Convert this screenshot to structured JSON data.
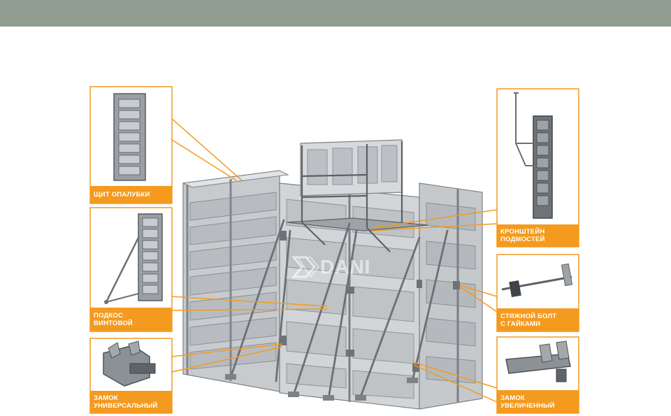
{
  "header": {
    "bar_color": "#8f9e90"
  },
  "colors": {
    "accent": "#f49a1f",
    "steel_light": "#d4d7d9",
    "steel_mid": "#a9aeb2",
    "steel_dark": "#5c6166"
  },
  "logo": {
    "text": "DANI"
  },
  "callouts": [
    {
      "id": "panel",
      "label_lines": [
        "ЩИТ ОПАЛУБКИ"
      ],
      "icon": "formwork-panel"
    },
    {
      "id": "prop",
      "label_lines": [
        "ПОДКОС",
        "ВИНТОВОЙ"
      ],
      "icon": "screw-prop"
    },
    {
      "id": "lock-universal",
      "label_lines": [
        "ЗАМОК",
        "УНИВЕРСАЛЬНЫЙ"
      ],
      "icon": "universal-clamp"
    },
    {
      "id": "bracket",
      "label_lines": [
        "КРОНШТЕЙН",
        "ПОДМОСТЕЙ"
      ],
      "icon": "scaffold-bracket"
    },
    {
      "id": "tie-bolt",
      "label_lines": [
        "СТЯЖНОЙ БОЛТ",
        "С ГАЙКАМИ"
      ],
      "icon": "tie-rod"
    },
    {
      "id": "lock-enlarged",
      "label_lines": [
        "ЗАМОК",
        "УВЕЛИЧЕННЫЙ"
      ],
      "icon": "extended-clamp"
    }
  ]
}
